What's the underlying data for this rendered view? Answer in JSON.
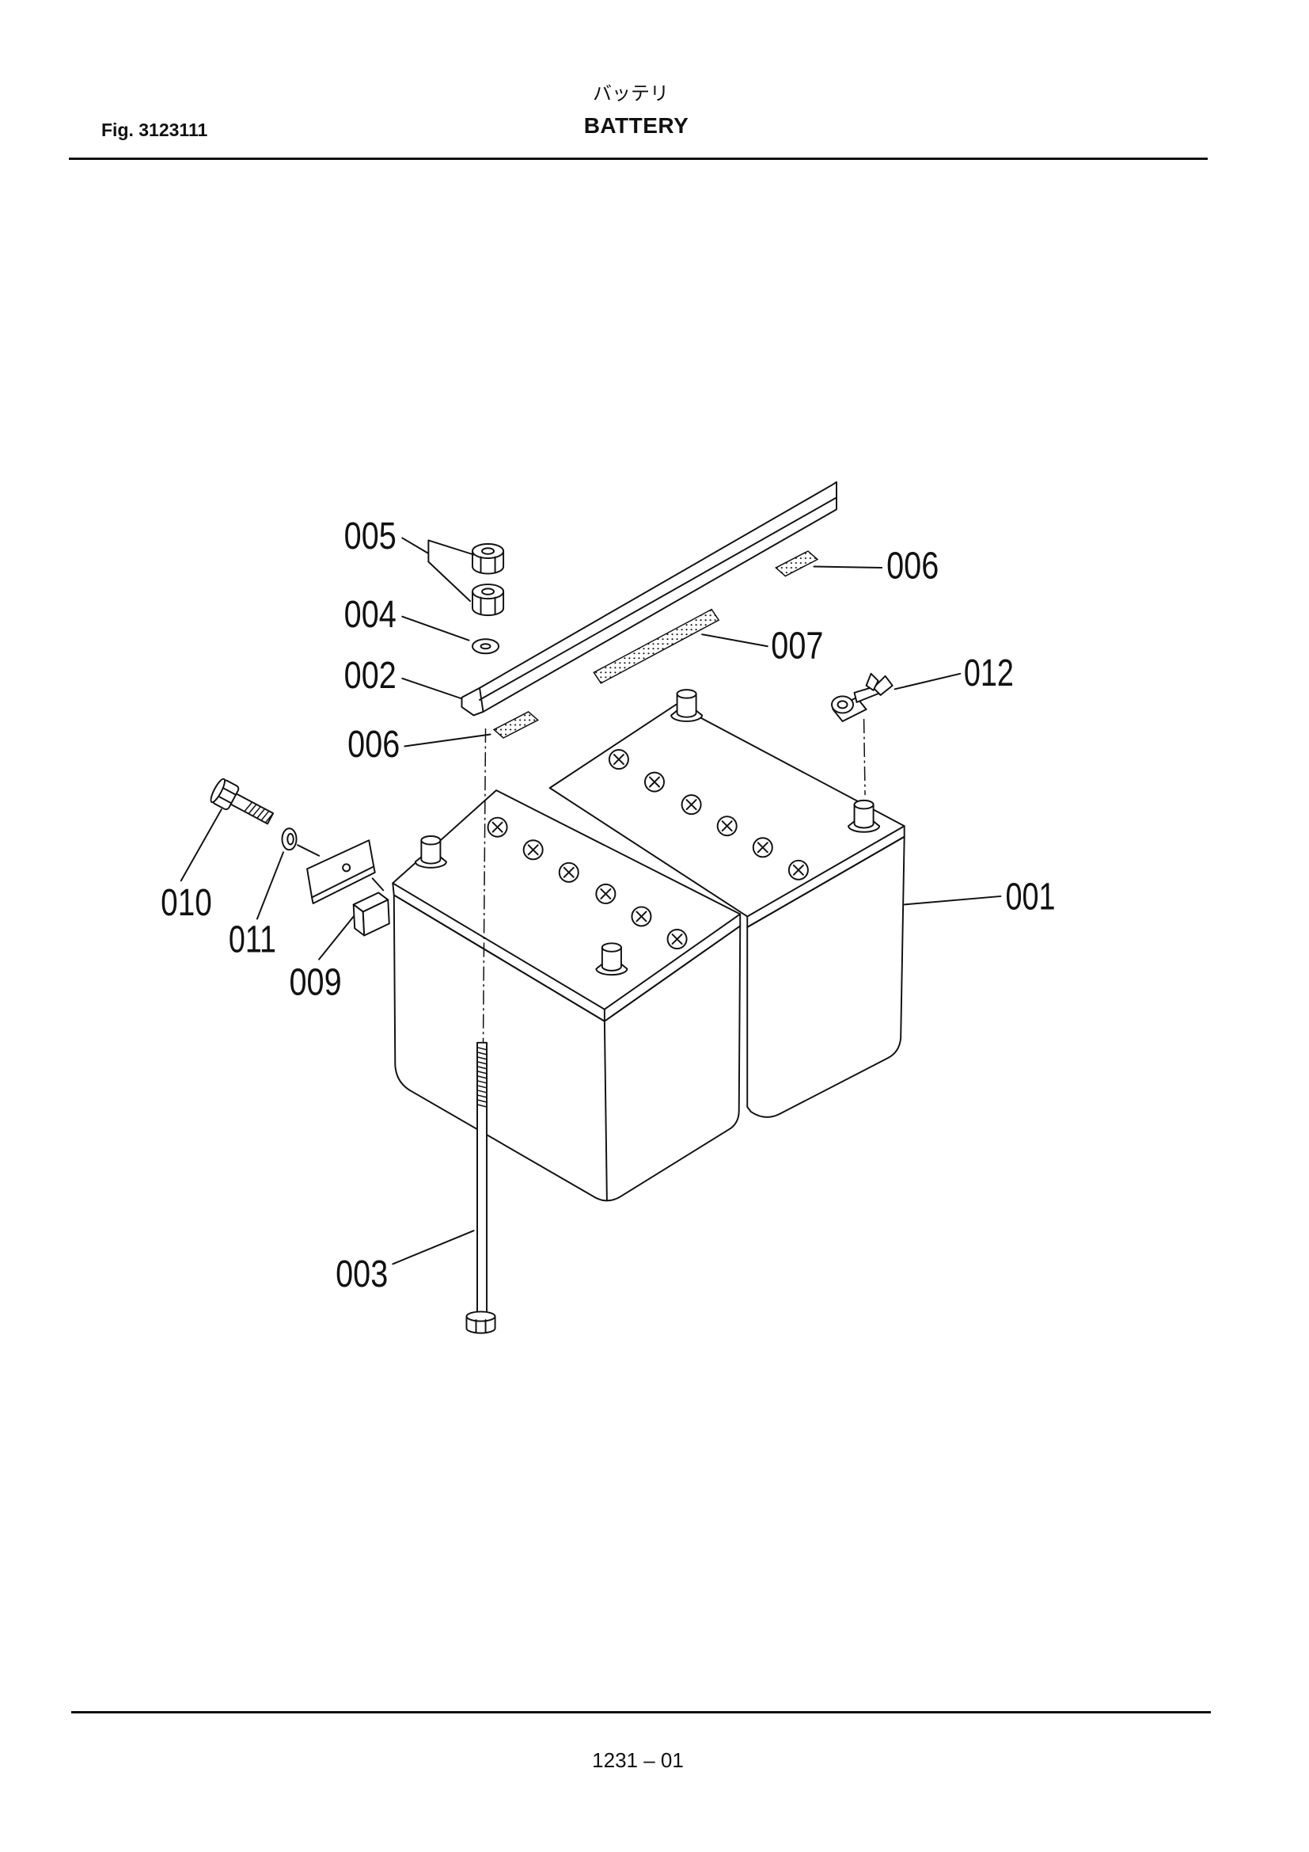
{
  "header": {
    "title_jp": "バッテリ",
    "title": "BATTERY",
    "fig": "Fig. 3123111"
  },
  "callouts": [
    "005",
    "004",
    "002",
    "006",
    "006",
    "007",
    "012",
    "001",
    "010",
    "011",
    "009",
    "003"
  ],
  "footer": {
    "page": "1231 – 01"
  }
}
